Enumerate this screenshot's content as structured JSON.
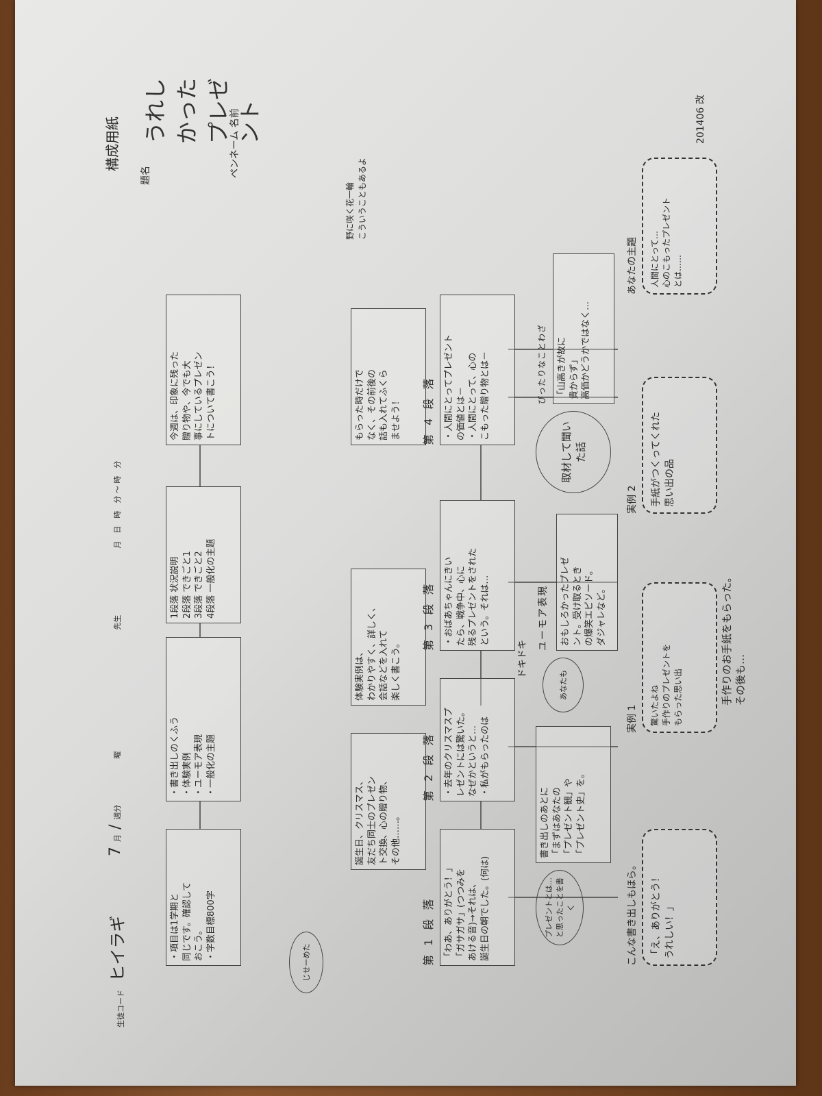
{
  "header": {
    "student_code_label": "生徒コード",
    "student_name": "ヒイラギ",
    "month": "7",
    "month_label": "月",
    "slash": "/",
    "week_label": "週分",
    "day_label": "曜",
    "teacher_label": "先生",
    "time_range": "月　日　時　分 ～ 時　分",
    "sheet_title": "構成用紙",
    "theme_label": "題名",
    "theme": "うれしかったプレゼント",
    "pen_name_label": "ペンネーム 名前",
    "version": "201406 改"
  },
  "row1": {
    "box1": [
      "・項目は1学期と",
      "同じです。確認して",
      "おこう。",
      "・字数目標800字"
    ],
    "box2": [
      "・書き出しのくふう",
      "・体験実例",
      "・ユーモア表現",
      "・一般化の主題"
    ],
    "box3": [
      "1段落 状況説明",
      "2段落 できごと1",
      "3段落 できごと2",
      "4段落 一般化の主題"
    ],
    "box4": [
      "今週は、印象に残った",
      "贈り物や、今でも大",
      "事にしているプレゼン",
      "トについて書こう！"
    ]
  },
  "row2": {
    "box1": [
      "誕生日、クリスマス、",
      "友だち同士のプレゼン",
      "ト交換、心の贈り物、",
      "その他……。"
    ],
    "box2": [
      "体験実例は、",
      "わかりやすく、詳しく、",
      "会話などを入れて",
      "楽しく書こう。"
    ],
    "box3": [
      "もらった時だけで",
      "なく、その前後の",
      "話も入れてふくら",
      "ませよう！"
    ]
  },
  "paragraphs": {
    "p1": {
      "label": "第 1 段 落",
      "lines": [
        "「わあ、ありがとう！」",
        "「ガサガサ」(つつみを",
        "あける音)→それは、",
        "誕生日の朝でした。(何は)"
      ]
    },
    "p2": {
      "label": "第 2 段 落",
      "lines": [
        "・去年のクリスマスプ",
        "レゼントには驚いた。",
        "なぜかというと…",
        "・私がもらったのは"
      ]
    },
    "p3": {
      "label": "第 3 段 落",
      "lines": [
        "・おばあちゃんにきい",
        "たら、戦争中、心に",
        "残るプレゼントをされた",
        "という。それは…"
      ]
    },
    "p4": {
      "label": "第 4 段 落",
      "lines": [
        "・人間にとってプレゼント",
        "の価値とは－",
        "・人間にとって、心の",
        "こもった贈り物とは－"
      ]
    }
  },
  "doodles": {
    "present_box_note": "じせーめた",
    "flower_note_1": "野に咲く花一輪",
    "flower_note_2": "こういうこともあるよ",
    "bear_caption": "ドキドキ"
  },
  "notes": {
    "present_feeling": "プレゼントとは…と思ったことを書く",
    "after_intro": [
      "書き出しのあとに",
      "「まずはあなたの",
      "「プレゼント観」や",
      "「プレゼント史」を。"
    ],
    "you_too": "あなたも",
    "humor_title": "ユーモア表現",
    "humor": [
      "おもしろかったプレゼ",
      "ント。受け取るとき",
      "の爆笑エピソード。",
      "ダジャレなど。"
    ],
    "interview": "取材して聞いた話",
    "proverb_title": "ぴったりなことわざ",
    "proverb": [
      "「山高きが故に",
      "貴からず」",
      "高価かどうかではなく…"
    ]
  },
  "bottom": {
    "intro_example_label": "こんな書き出しもほら。",
    "intro_example": [
      "「え、ありがとう！",
      "うれしい！」"
    ],
    "example1_label": "実例 1",
    "example1": [
      "驚いたよね",
      "手作りのプレゼントを",
      "もらった思い出"
    ],
    "example2_label": "実例 2",
    "example2": [
      "手紙がつくってくれた",
      "思い出の品"
    ],
    "theme_label": "あなたの主題",
    "theme": [
      "人間にとって…",
      "心のこもったプレゼント",
      "とは……"
    ],
    "footnote": [
      "手作りのお手紙をもらった。",
      "その後も…"
    ]
  }
}
